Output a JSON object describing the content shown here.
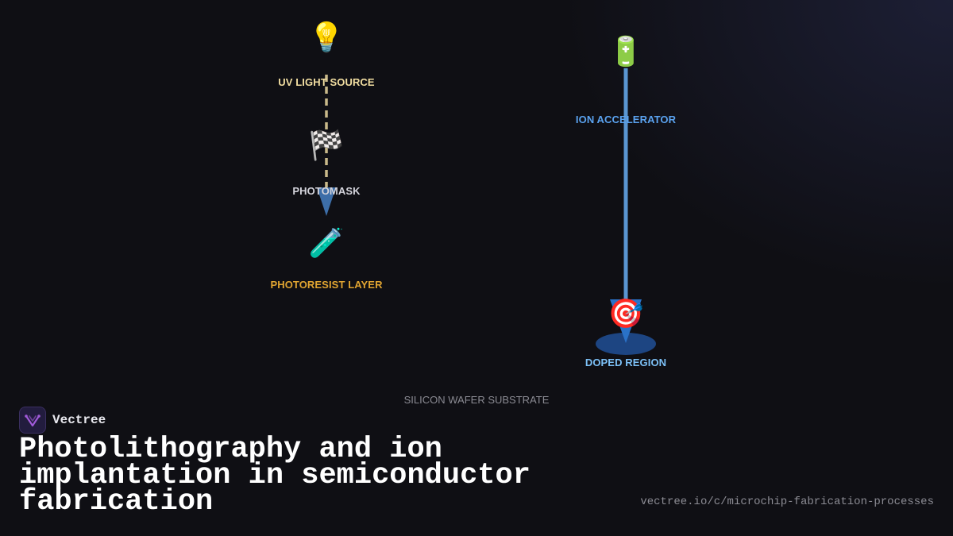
{
  "diagram": {
    "nodes": {
      "uv_light_source": {
        "icon": "light-bulb-icon",
        "glyph": "💡",
        "label": "UV LIGHT SOURCE",
        "color": "#f3dfa2"
      },
      "photomask": {
        "icon": "checkered-flag-icon",
        "glyph": "🏁",
        "label": "PHOTOMASK",
        "color": "#d4d4dc"
      },
      "photoresist_layer": {
        "icon": "test-tube-icon",
        "glyph": "🧪",
        "label": "PHOTORESIST LAYER",
        "color": "#e0a431"
      },
      "ion_accelerator": {
        "icon": "battery-icon",
        "glyph": "🔋",
        "label": "ION ACCELERATOR",
        "color": "#5aa2ef"
      },
      "doped_region": {
        "icon": "target-icon",
        "glyph": "🎯",
        "label": "DOPED REGION",
        "color": "#7cc0f6"
      }
    },
    "substrate_label": "SILICON WAFER SUBSTRATE",
    "colors": {
      "light_path": "#c9b98a",
      "light_arrow": "#3d6ea8",
      "ion_beam": "#5a96d2",
      "ion_arrow": "#2a72c8",
      "doped_ellipse": "#1d4582"
    }
  },
  "brand": {
    "name": "Vectree",
    "logo_icon": "vectree-logo-icon",
    "accent": "#a05ad8"
  },
  "title": "Photolithography and ion implantation in semiconductor fabrication",
  "url": "vectree.io/c/microchip-fabrication-processes"
}
